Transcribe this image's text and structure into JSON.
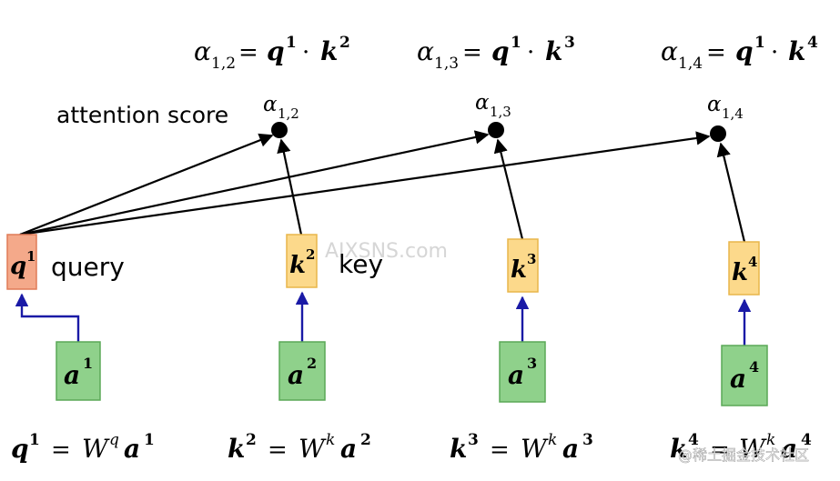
{
  "diagram": {
    "colors": {
      "query": "#f4a98a",
      "query_stroke": "#e07b57",
      "key": "#fcd98b",
      "key_stroke": "#e8b64a",
      "input": "#8fd18b",
      "input_stroke": "#5aa857",
      "arrow": "#000000",
      "link": "#1a1aa6"
    },
    "labels": {
      "attention_score": "attention score",
      "query": "query",
      "key": "key",
      "watermark_center": "AIXSNS.com",
      "watermark_corner": "@稀土掘金技术社区"
    },
    "top_formulas": [
      {
        "alpha": "α",
        "sub": "1,2",
        "rhs": "q",
        "rhs_sup": "1",
        "dot": "·",
        "k": "k",
        "k_sup": "2"
      },
      {
        "alpha": "α",
        "sub": "1,3",
        "rhs": "q",
        "rhs_sup": "1",
        "dot": "·",
        "k": "k",
        "k_sup": "3"
      },
      {
        "alpha": "α",
        "sub": "1,4",
        "rhs": "q",
        "rhs_sup": "1",
        "dot": "·",
        "k": "k",
        "k_sup": "4"
      }
    ],
    "score_nodes": [
      {
        "alpha": "α",
        "sub": "1,2"
      },
      {
        "alpha": "α",
        "sub": "1,3"
      },
      {
        "alpha": "α",
        "sub": "1,4"
      }
    ],
    "vector_boxes": [
      {
        "kind": "query",
        "base": "q",
        "sup": "1"
      },
      {
        "kind": "key",
        "base": "k",
        "sup": "2"
      },
      {
        "kind": "key",
        "base": "k",
        "sup": "3"
      },
      {
        "kind": "key",
        "base": "k",
        "sup": "4"
      }
    ],
    "input_boxes": [
      {
        "base": "a",
        "sup": "1"
      },
      {
        "base": "a",
        "sup": "2"
      },
      {
        "base": "a",
        "sup": "3"
      },
      {
        "base": "a",
        "sup": "4"
      }
    ],
    "bottom_formulas": [
      {
        "lhs": "q",
        "lhs_sup": "1",
        "eq": "=",
        "w": "W",
        "w_sup": "q",
        "a": "a",
        "a_sup": "1"
      },
      {
        "lhs": "k",
        "lhs_sup": "2",
        "eq": "=",
        "w": "W",
        "w_sup": "k",
        "a": "a",
        "a_sup": "2"
      },
      {
        "lhs": "k",
        "lhs_sup": "3",
        "eq": "=",
        "w": "W",
        "w_sup": "k",
        "a": "a",
        "a_sup": "3"
      },
      {
        "lhs": "k",
        "lhs_sup": "4",
        "eq": "=",
        "w": "W",
        "w_sup": "k",
        "a": "a",
        "a_sup": "4"
      }
    ]
  }
}
